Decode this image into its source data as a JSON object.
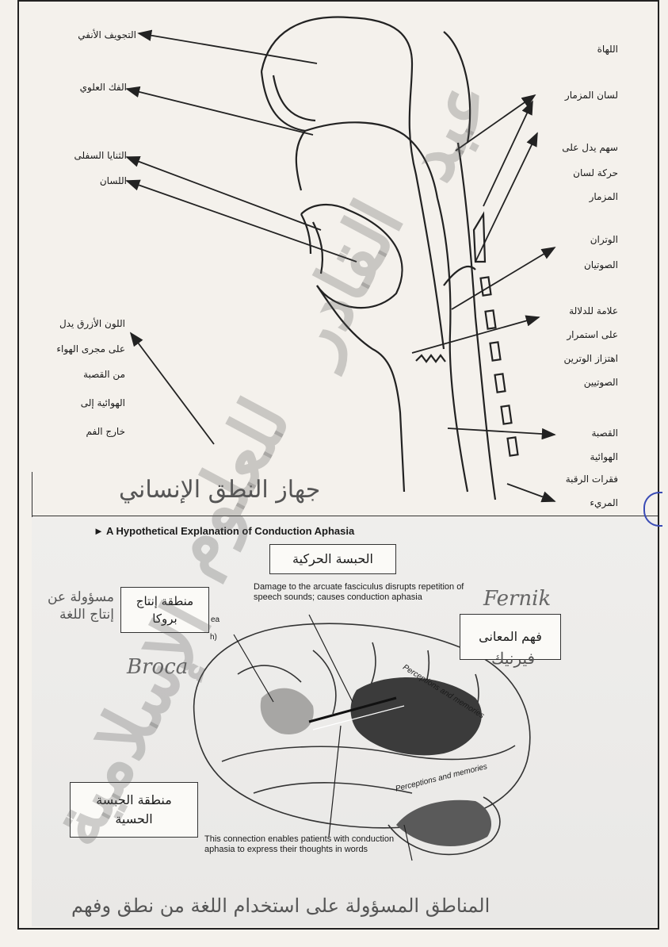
{
  "upper_labels_left": [
    "التجويف الأنفي",
    "الفك العلوي",
    "الثنايا السفلى",
    "اللسان",
    "اللون الأزرق يدل",
    "على مجرى الهواء",
    "من القصبة",
    "الهوائية إلى",
    "خارج الفم"
  ],
  "upper_labels_right": [
    "اللهاة",
    "لسان المزمار",
    "سهم يدل على",
    "حركة لسان",
    "المزمار",
    "الوتران",
    "الصوتيان",
    "علامة للدلالة",
    "على استمرار",
    "اهتزاز الوترين",
    "الصوتيين",
    "القصبة",
    "الهوائية",
    "فقرات الرقبة",
    "المريء"
  ],
  "upper_caption": "جهاز النطق الإنساني",
  "lower": {
    "title": "► A Hypothetical Explanation of Conduction Aphasia",
    "box_top": "الحبسة الحركية",
    "box_broca": "منطقة إنتاج بروكا",
    "box_meaning": "فهم المعانى",
    "box_sensory": "منطقة الحبسة الحسية",
    "note_damage": "Damage to the arcuate fasciculus disrupts repetition of speech sounds; causes conduction aphasia",
    "note_connection": "This connection enables patients with conduction aphasia to express their thoughts in words",
    "brain_label_1": "Perceptions and memories",
    "brain_label_2": "Perceptions and memories",
    "fragment_1": "ea",
    "fragment_2": "h)",
    "hand_responsible": "مسؤولة عن إنتاج اللغة",
    "hand_broca": "Broca",
    "hand_fernik": "Fernik",
    "hand_fernik_ar": "فيرنيك",
    "hand_bottom": "المناطق المسؤولة على استخدام اللغة من نطق وفهم"
  },
  "watermark": [
    "عبد",
    "القادر",
    "للعلوم",
    "الإسلامية"
  ]
}
